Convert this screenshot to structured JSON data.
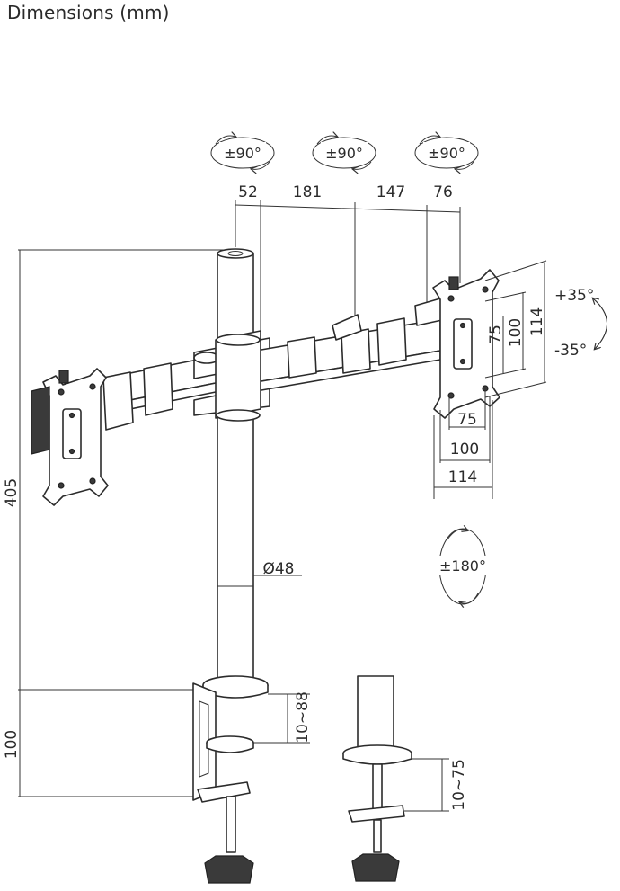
{
  "title": "Dimensions (mm)",
  "rotations": {
    "arm_left": "±90°",
    "arm_middle": "±90°",
    "arm_right": "±90°",
    "tilt_up": "+35°",
    "tilt_down": "-35°",
    "swivel": "±180°"
  },
  "dims": {
    "d52": "52",
    "d181": "181",
    "d147": "147",
    "d76": "76",
    "height_405": "405",
    "height_100": "100",
    "pole_diameter": "Ø48",
    "vesa_v75": "75",
    "vesa_v100": "100",
    "vesa_v114": "114",
    "vesa_h75": "75",
    "vesa_h100": "100",
    "vesa_h114": "114",
    "clamp_range": "10~88",
    "grommet_range": "10~75"
  }
}
